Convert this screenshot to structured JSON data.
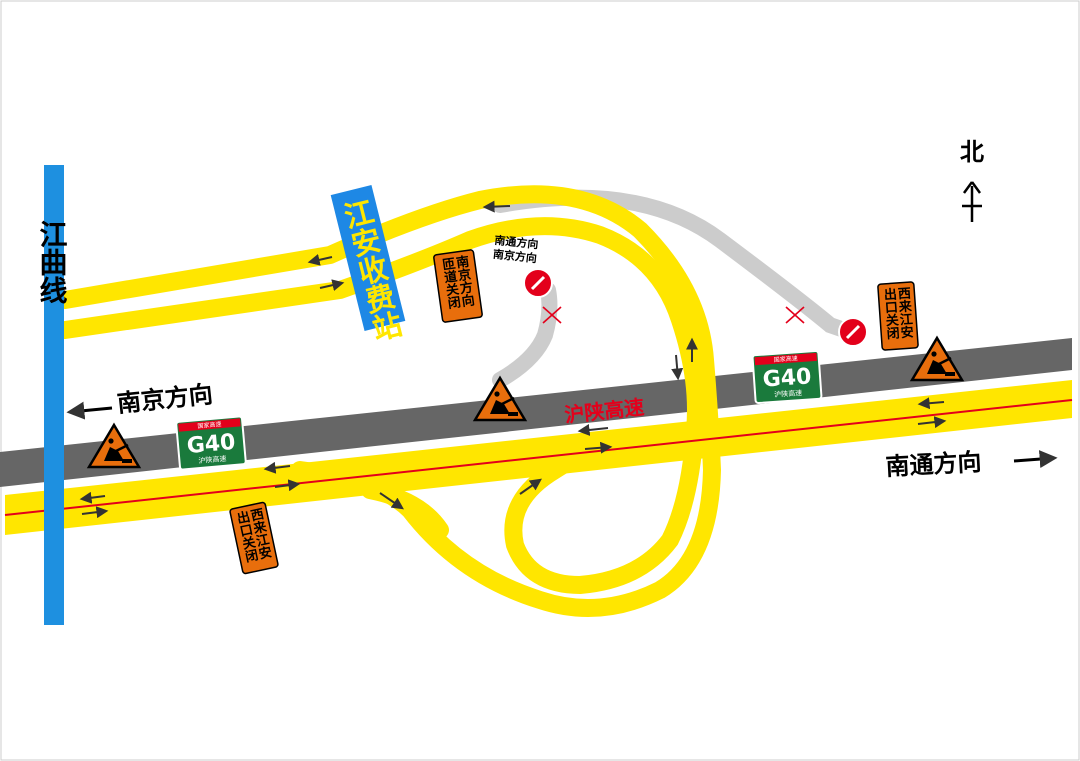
{
  "labels": {
    "toll_station": "江安收费站",
    "jiangqu_line": "江曲线",
    "north": "北",
    "nanjing_direction": "南京方向",
    "nantong_direction": "南通方向",
    "hushan_expressway": "沪陕高速",
    "ramp_nantong": "南通方向",
    "ramp_nanjing": "南京方向"
  },
  "shields": [
    {
      "top": "国家高速",
      "code": "G40",
      "bottom": "沪陕高速"
    },
    {
      "top": "国家高速",
      "code": "G40",
      "bottom": "沪陕高速"
    }
  ],
  "notices": {
    "nanjing_ramp_closed": [
      "南京方向",
      "匝道关闭"
    ],
    "xilai_exit_closed_1": [
      "西来江安",
      "出口关闭"
    ],
    "xilai_exit_closed_2": [
      "西来江安",
      "出口关闭"
    ]
  },
  "colors": {
    "road_yellow": "#ffe600",
    "closed_lane_gray": "#666666",
    "closed_ramp_gray": "#cccccc",
    "jiangqu_blue": "#1e90e0",
    "toll_blue": "#1e88e5",
    "toll_text": "#ffe600",
    "notice_orange": "#e86e0c",
    "shield_green": "#1a7a3c",
    "no_entry_red": "#e3001b",
    "center_line_red": "#e3001b",
    "road_name_red": "#e3001b"
  }
}
